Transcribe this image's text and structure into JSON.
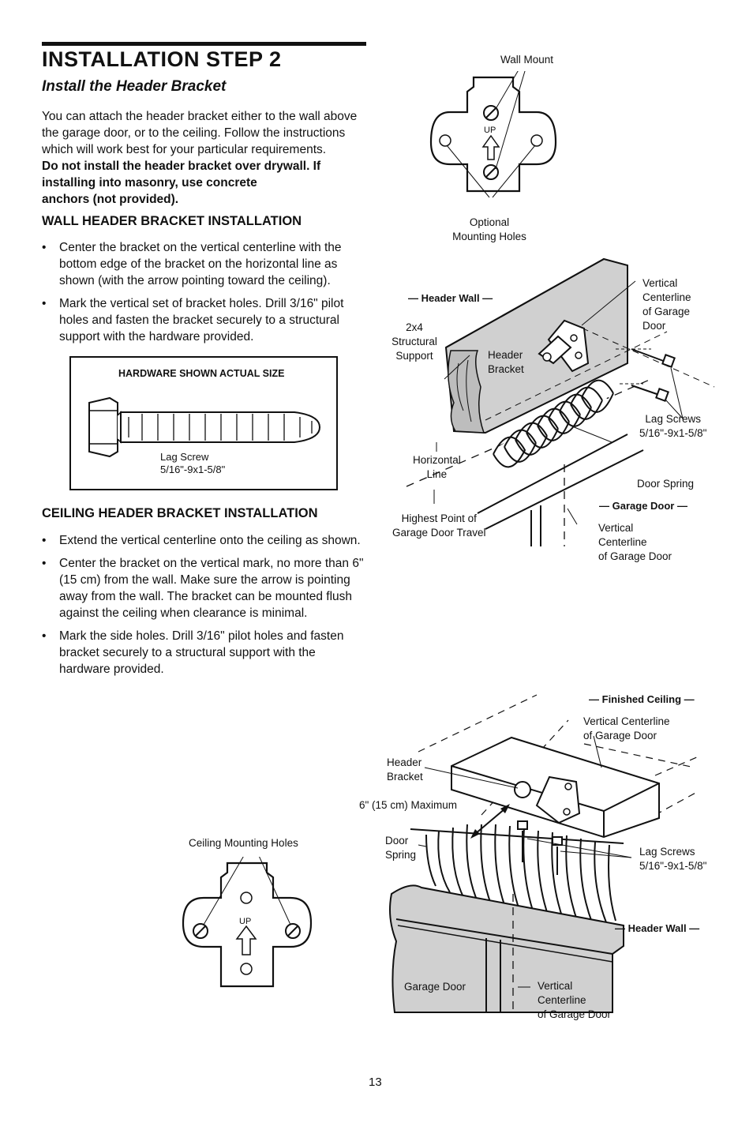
{
  "header": {
    "title": "INSTALLATION STEP 2",
    "subtitle": "Install the Header Bracket"
  },
  "intro": {
    "lines": [
      "You can attach the header bracket either to the wall above",
      "the garage door, or to the ceiling. Follow the instructions",
      "which will work best for your particular requirements."
    ],
    "warning_lines": [
      "Do not install the header bracket over drywall. If",
      "installing into masonry, use concrete",
      "anchors (not provided)."
    ]
  },
  "wall_section": {
    "heading": "WALL HEADER BRACKET INSTALLATION",
    "bullets": [
      "Center the bracket on the vertical centerline with the bottom edge of the bracket on the horizontal line as shown (with the arrow pointing toward the ceiling).",
      "Mark the vertical set of bracket holes. Drill 3/16\" pilot holes and fasten the bracket securely to a structural support with the hardware provided."
    ]
  },
  "hardware_box": {
    "title": "HARDWARE SHOWN ACTUAL SIZE",
    "item_label": "Lag Screw\n5/16\"-9x1-5/8\""
  },
  "ceiling_section": {
    "heading": "CEILING HEADER BRACKET INSTALLATION",
    "bullets": [
      "Extend the vertical centerline onto the ceiling as shown.",
      "Center the bracket on the vertical mark, no more than 6\" (15 cm) from the wall. Make sure the arrow is pointing away from the wall. The bracket can be mounted flush against the ceiling when clearance is minimal.",
      "Mark the side holes. Drill 3/16\" pilot holes and fasten bracket securely to a structural support with the hardware provided."
    ]
  },
  "wall_mount_figure": {
    "wall_mount": "Wall Mount",
    "up": "UP",
    "optional_holes": "Optional\nMounting Holes"
  },
  "wall_figure": {
    "header_wall": "Header Wall",
    "structural_support": "2x4\nStructural\nSupport",
    "header_bracket": "Header\nBracket",
    "vertical_centerline": "Vertical\nCenterline\nof Garage\nDoor",
    "lag_screws": "Lag Screws\n5/16\"-9x1-5/8\"",
    "horizontal_line": "Horizontal\nLine",
    "door_spring": "Door Spring",
    "garage_door": "Garage Door",
    "highest_point": "Highest Point of\nGarage Door Travel",
    "vertical_centerline_2": "Vertical\nCenterline\nof Garage Door"
  },
  "ceiling_mount_figure": {
    "ceiling_holes": "Ceiling Mounting Holes",
    "up": "UP"
  },
  "ceiling_figure": {
    "finished_ceiling": "Finished Ceiling",
    "vertical_centerline": "Vertical Centerline\nof Garage Door",
    "header_bracket": "Header\nBracket",
    "max_distance": "6\" (15 cm) Maximum",
    "door_spring": "Door\nSpring",
    "lag_screws": "Lag Screws\n5/16\"-9x1-5/8\"",
    "header_wall": "Header Wall",
    "garage_door": "Garage Door",
    "vertical_centerline_2": "Vertical\nCenterline\nof Garage Door"
  },
  "footer": {
    "page_number": "13"
  }
}
